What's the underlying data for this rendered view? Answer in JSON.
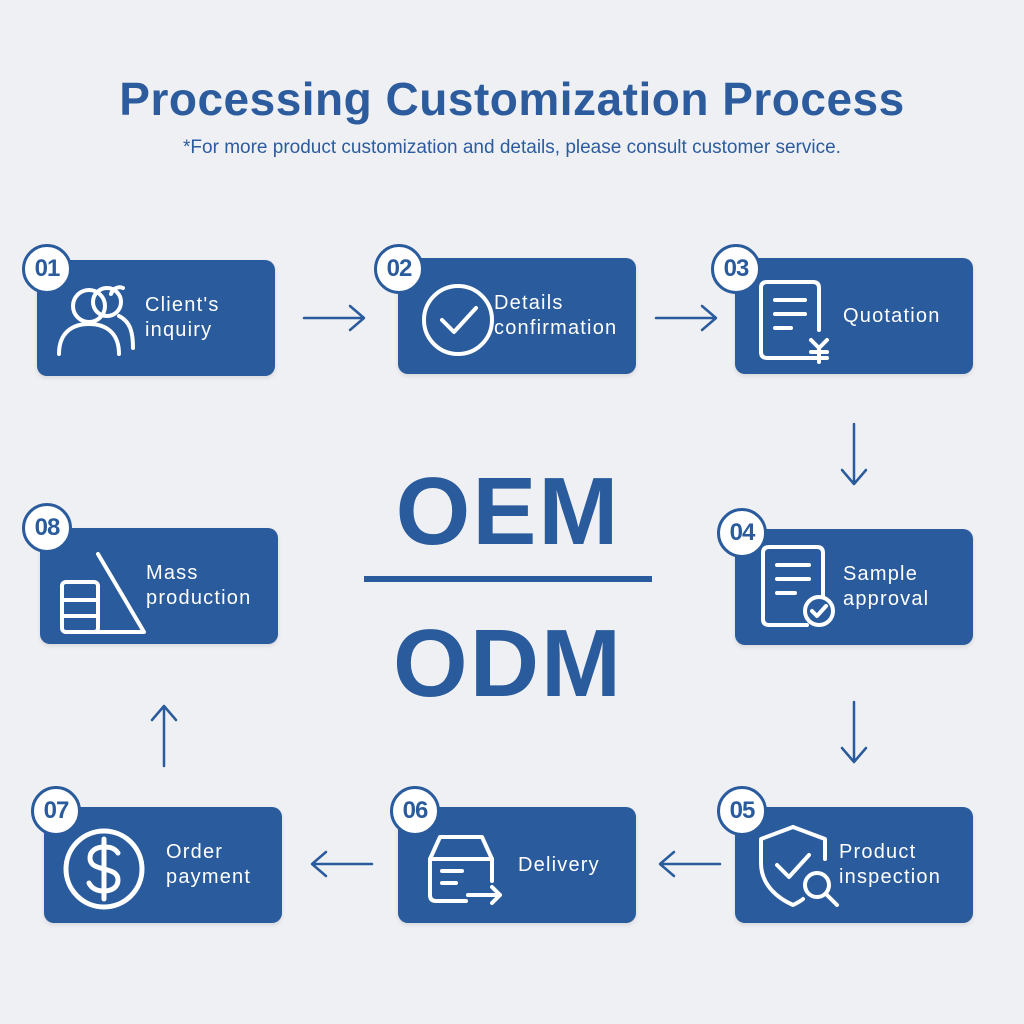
{
  "header": {
    "title": "Processing Customization Process",
    "subtitle": "*For more product customization and details, please consult customer service."
  },
  "center": {
    "top": "OEM",
    "bottom": "ODM"
  },
  "colors": {
    "box": "#2a5b9c",
    "text_accent": "#2c5c9e",
    "background": "#eff0f4"
  },
  "steps": [
    {
      "number": "01",
      "line1": "Client's",
      "line2": "inquiry",
      "icon": "users-icon"
    },
    {
      "number": "02",
      "line1": "Details",
      "line2": "confirmation",
      "icon": "check-circle-icon"
    },
    {
      "number": "03",
      "line1": "Quotation",
      "line2": "",
      "icon": "invoice-yen-icon"
    },
    {
      "number": "04",
      "line1": "Sample",
      "line2": "approval",
      "icon": "document-check-icon"
    },
    {
      "number": "05",
      "line1": "Product",
      "line2": "inspection",
      "icon": "shield-magnifier-icon"
    },
    {
      "number": "06",
      "line1": "Delivery",
      "line2": "",
      "icon": "box-arrow-icon"
    },
    {
      "number": "07",
      "line1": "Order",
      "line2": "payment",
      "icon": "dollar-coin-icon"
    },
    {
      "number": "08",
      "line1": "Mass",
      "line2": "production",
      "icon": "stacked-production-icon"
    }
  ]
}
